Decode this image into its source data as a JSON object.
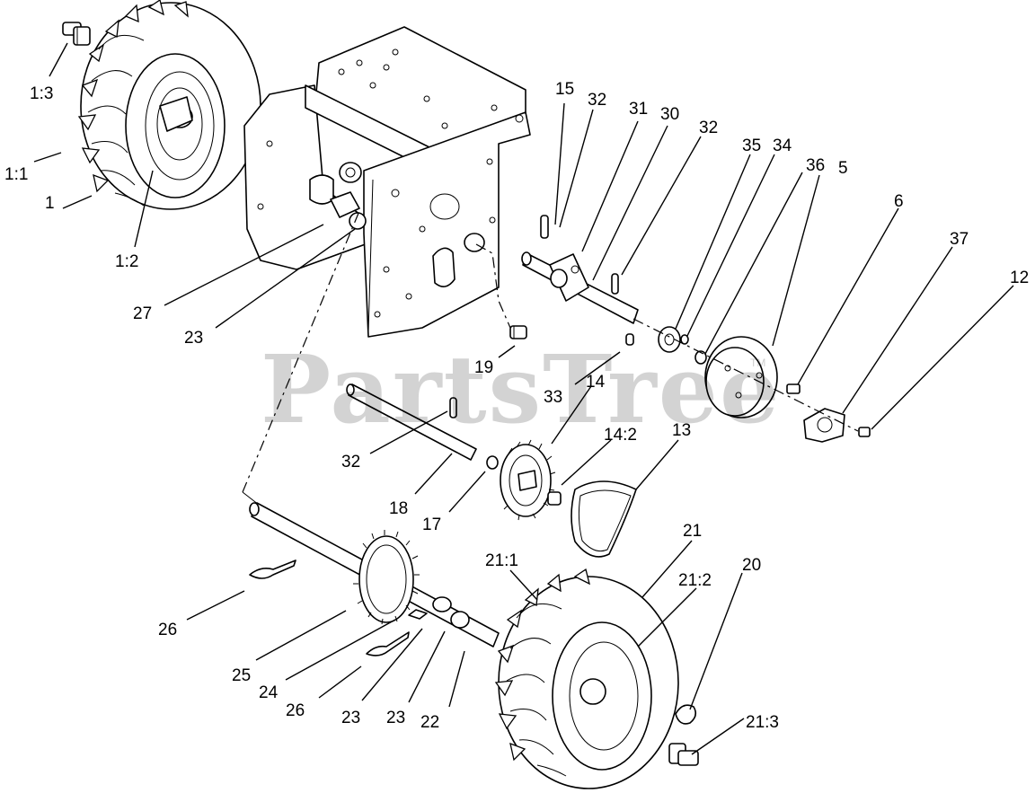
{
  "watermark": {
    "text": "PartsTree",
    "mark": "TM"
  },
  "callouts": {
    "c1_3": "1:3",
    "c1_1": "1:1",
    "c1": "1",
    "c1_2": "1:2",
    "c27": "27",
    "c23a": "23",
    "c19": "19",
    "c15": "15",
    "c32a": "32",
    "c31": "31",
    "c30": "30",
    "c32b": "32",
    "c35": "35",
    "c34": "34",
    "c36": "36",
    "c5": "5",
    "c6": "6",
    "c37": "37",
    "c12": "12",
    "c33": "33",
    "c14": "14",
    "c14_2": "14:2",
    "c13": "13",
    "c32c": "32",
    "c18": "18",
    "c17": "17",
    "c21_1": "21:1",
    "c21": "21",
    "c21_2": "21:2",
    "c20": "20",
    "c26a": "26",
    "c25": "25",
    "c24": "24",
    "c26b": "26",
    "c23b": "23",
    "c23c": "23",
    "c22": "22",
    "c21_3": "21:3"
  }
}
